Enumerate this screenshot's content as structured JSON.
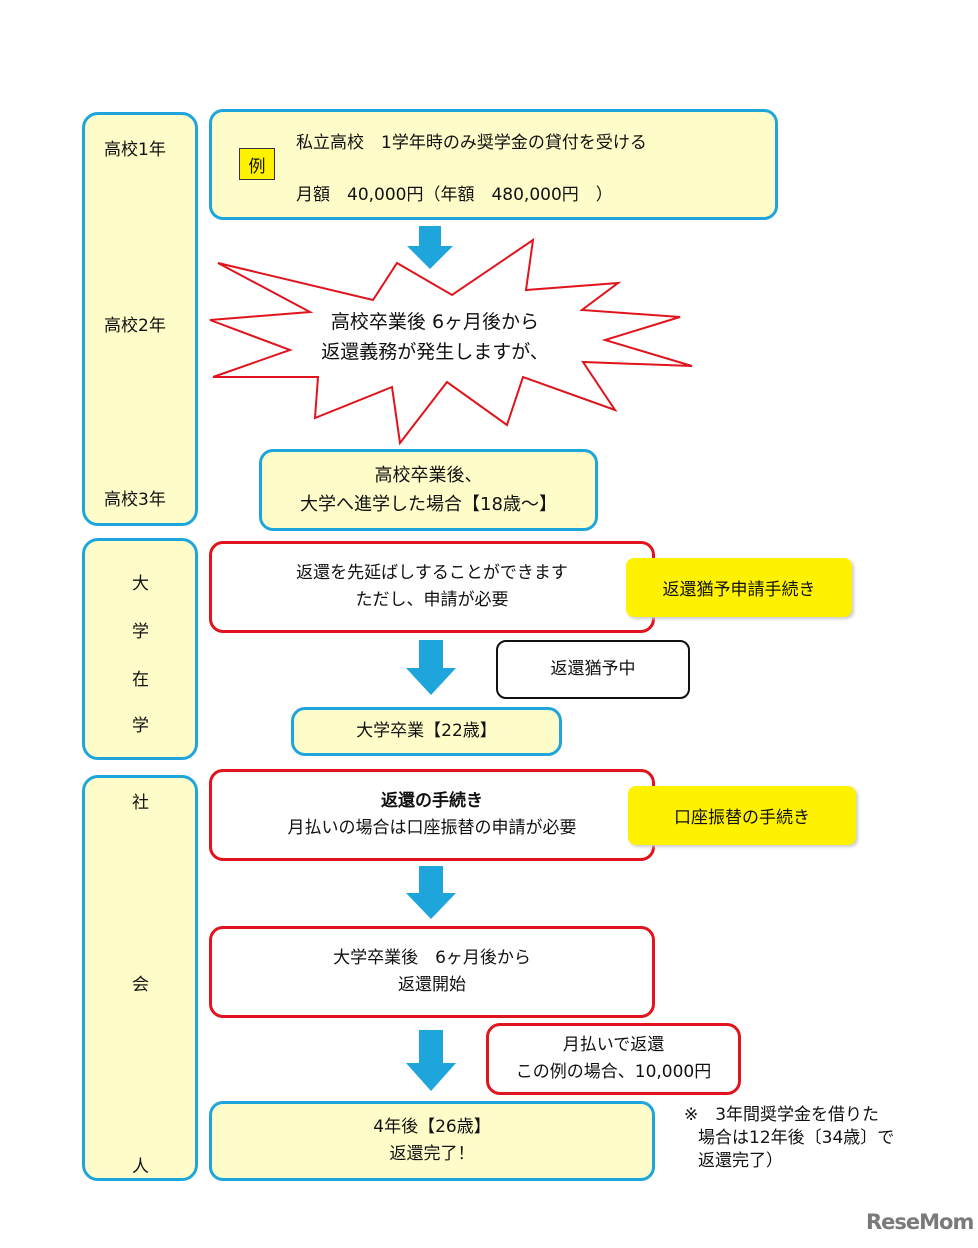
{
  "stages": {
    "hs1": "高校1年",
    "hs2": "高校2年",
    "hs3": "高校3年",
    "univ": [
      "大",
      "学",
      "在",
      "学"
    ],
    "society": [
      "社",
      "会",
      "人"
    ]
  },
  "example": {
    "badge": "例",
    "line1": "私立高校　1学年時のみ奨学金の貸付を受ける",
    "line2": "月額　40,000円（年額　480,000円　）"
  },
  "burst": {
    "line1": "高校卒業後 6ヶ月後から",
    "line2": "返還義務が発生しますが、"
  },
  "entered_univ": {
    "line1": "高校卒業後、",
    "line2": "大学へ進学した場合【18歳～】"
  },
  "deferral": {
    "line1": "返還を先延ばしすることができます",
    "line2": "ただし、申請が必要",
    "tag": "返還猶予申請手続き",
    "status": "返還猶予中"
  },
  "graduation": "大学卒業【22歳】",
  "procedure": {
    "line1": "返還の手続き",
    "line2": "月払いの場合は口座振替の申請が必要",
    "tag": "口座振替の手続き"
  },
  "start": {
    "line1": "大学卒業後　6ヶ月後から",
    "line2": "返還開始"
  },
  "monthly": {
    "line1": "月払いで返還",
    "line2": "この例の場合、10,000円"
  },
  "complete": {
    "line1": "4年後【26歳】",
    "line2": "返還完了！"
  },
  "note": {
    "line1": "※　3年間奨学金を借りた",
    "line2": "場合は12年後〔34歳〕で",
    "line3": "返還完了）"
  },
  "logo": "ReseMom",
  "colors": {
    "blue": "#1ea6dc",
    "red": "#e0141c",
    "yellow": "#fff200",
    "cream": "#fefdc9"
  }
}
